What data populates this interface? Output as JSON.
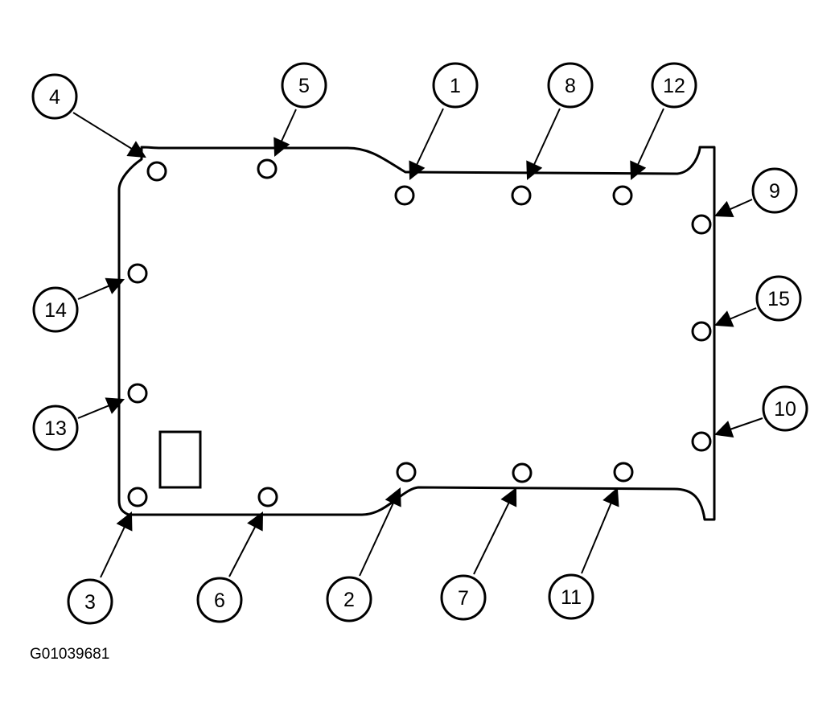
{
  "figure_id": "G01039681",
  "callouts": [
    {
      "label": "1"
    },
    {
      "label": "2"
    },
    {
      "label": "3"
    },
    {
      "label": "4"
    },
    {
      "label": "5"
    },
    {
      "label": "6"
    },
    {
      "label": "7"
    },
    {
      "label": "8"
    },
    {
      "label": "9"
    },
    {
      "label": "10"
    },
    {
      "label": "11"
    },
    {
      "label": "12"
    },
    {
      "label": "13"
    },
    {
      "label": "14"
    },
    {
      "label": "15"
    }
  ],
  "colors": {
    "line": "#000000",
    "background": "#ffffff"
  }
}
